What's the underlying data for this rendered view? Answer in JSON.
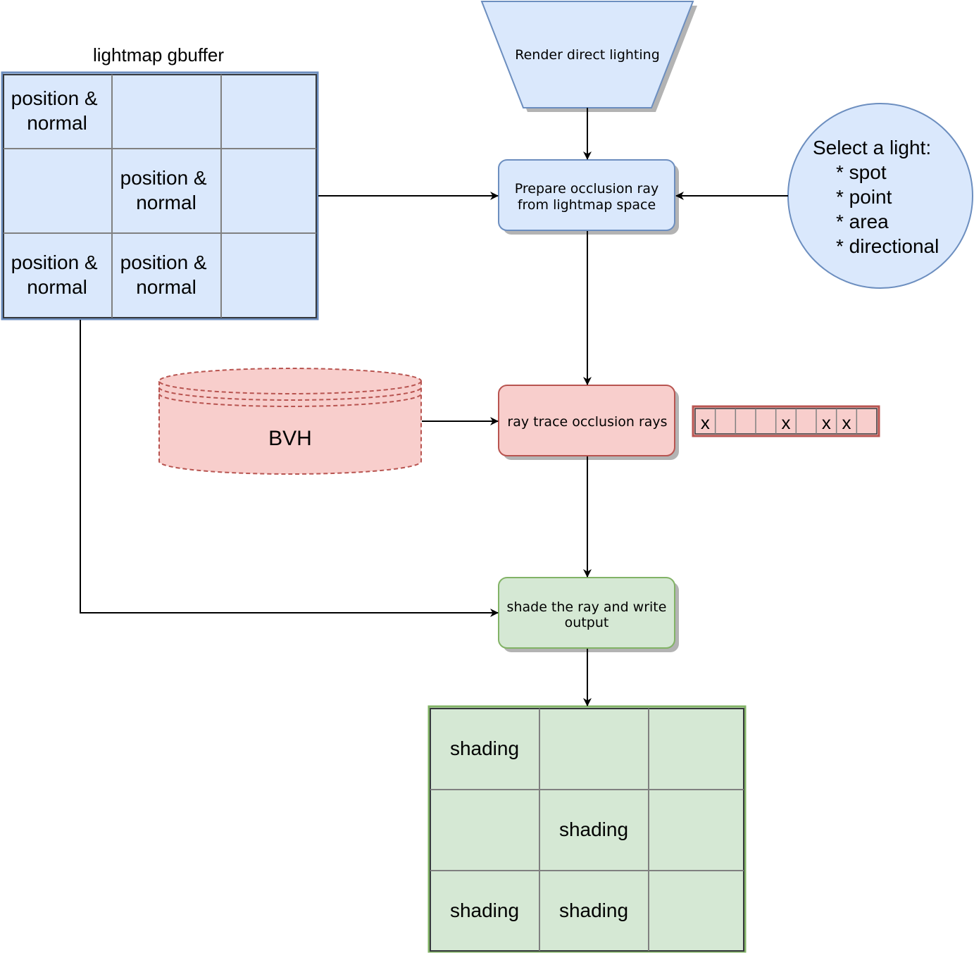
{
  "colors": {
    "blue_fill": "#dae8fc",
    "blue_stroke": "#6c8ebf",
    "red_fill": "#f8cecc",
    "red_stroke": "#b85450",
    "green_fill": "#d5e8d4",
    "green_stroke": "#82b366",
    "grid_line": "#808080",
    "shadow": "#b3b3b3",
    "arrow": "#000000"
  },
  "gbuffer": {
    "title": "lightmap gbuffer",
    "cells": [
      [
        "position & normal",
        "",
        ""
      ],
      [
        "",
        "position & normal",
        ""
      ],
      [
        "position & normal",
        "position & normal",
        ""
      ]
    ]
  },
  "nodes": {
    "render": {
      "label": "Render direct lighting"
    },
    "prepare": {
      "line1": "Prepare occlusion ray",
      "line2": "from lightmap space"
    },
    "light": {
      "title": "Select a light:",
      "items": [
        "* spot",
        "* point",
        "* area",
        "* directional"
      ]
    },
    "bvh": {
      "label": "BVH"
    },
    "trace": {
      "label": "ray trace occlusion rays"
    },
    "shade": {
      "line1": "shade the ray and write",
      "line2": "output"
    }
  },
  "ray_mask": [
    "x",
    "",
    "",
    "",
    "x",
    "",
    "x",
    "x",
    ""
  ],
  "output": {
    "cells": [
      [
        "shading",
        "",
        ""
      ],
      [
        "",
        "shading",
        ""
      ],
      [
        "shading",
        "shading",
        ""
      ]
    ]
  }
}
